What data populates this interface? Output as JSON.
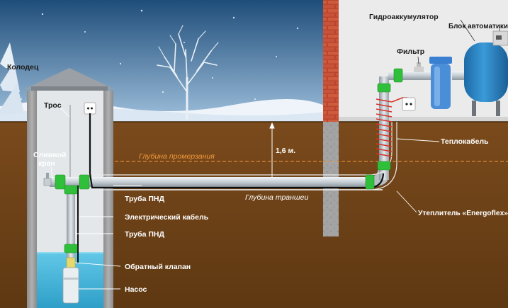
{
  "labels": {
    "well": "Колодец",
    "rope": "Трос",
    "drain_valve_1": "Сливной",
    "drain_valve_2": "кран",
    "freezing_depth": "Глубина промерзания",
    "depth_value": "1,6 м.",
    "trench_depth": "Глубина траншеи",
    "pipe_pnd_1": "Труба ПНД",
    "electric_cable": "Электрический кабель",
    "pipe_pnd_2": "Труба ПНД",
    "check_valve": "Обратный клапан",
    "pump": "Насос",
    "accumulator": "Гидроаккумулятор",
    "automation_block": "Блок автоматики",
    "filter": "Фильтр",
    "heat_cable": "Теплокабель",
    "insulation": "Утеплитель «Energoflex»"
  },
  "colors": {
    "sky_top": "#1f4d7a",
    "sky_bottom": "#8fb3d4",
    "soil": "#6b4016",
    "pipe": "#cfd6dc",
    "fitting": "#2fbf3a",
    "water": "#49b9dc",
    "brick": "#c2553a",
    "accumulator": "#2a84c2",
    "filter": "#4b8ed8",
    "heat_cable": "#d8342a"
  }
}
